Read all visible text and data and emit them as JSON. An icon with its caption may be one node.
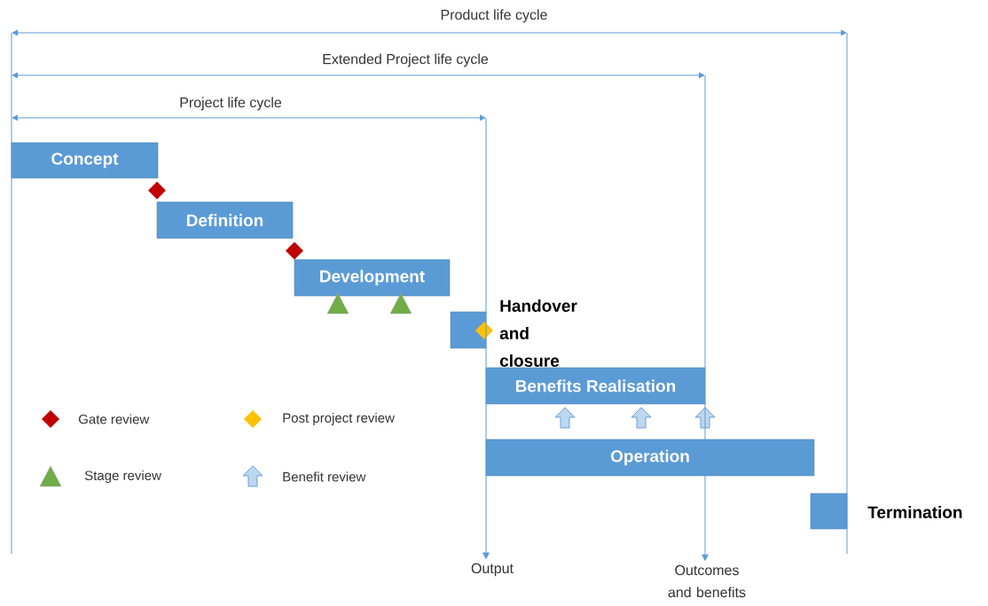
{
  "diagram": {
    "nodes": [
      {
        "text": [
          "Concept"
        ]
      },
      {
        "text": [
          "Definition"
        ]
      },
      {
        "text": [
          "Development"
        ]
      },
      {
        "text": [
          "Handover and closure"
        ]
      },
      {
        "text": [
          "Benefits Realisation"
        ]
      },
      {
        "text": [
          "Operation"
        ]
      },
      {
        "text": [
          "Termination"
        ]
      },
      {
        "text": [
          "Output"
        ]
      },
      {
        "text": [
          "Outcomes and benefits"
        ]
      }
    ],
    "edges": [
      {
        "from": null,
        "to": 7,
        "arrow": "to"
      },
      {
        "from": null,
        "to": 8,
        "arrow": "to"
      }
    ],
    "labels": [
      "Product life cycle",
      "Extended Project life cycle",
      "Project life cycle"
    ],
    "legend": [
      {
        "text": "Gate review",
        "color": "#c00000"
      },
      {
        "text": "Post project review",
        "color": "#ffc000"
      },
      {
        "text": "Stage review",
        "color": "#70ad47"
      },
      {
        "text": "Benefit review",
        "color": "#bdd7ee"
      }
    ]
  }
}
